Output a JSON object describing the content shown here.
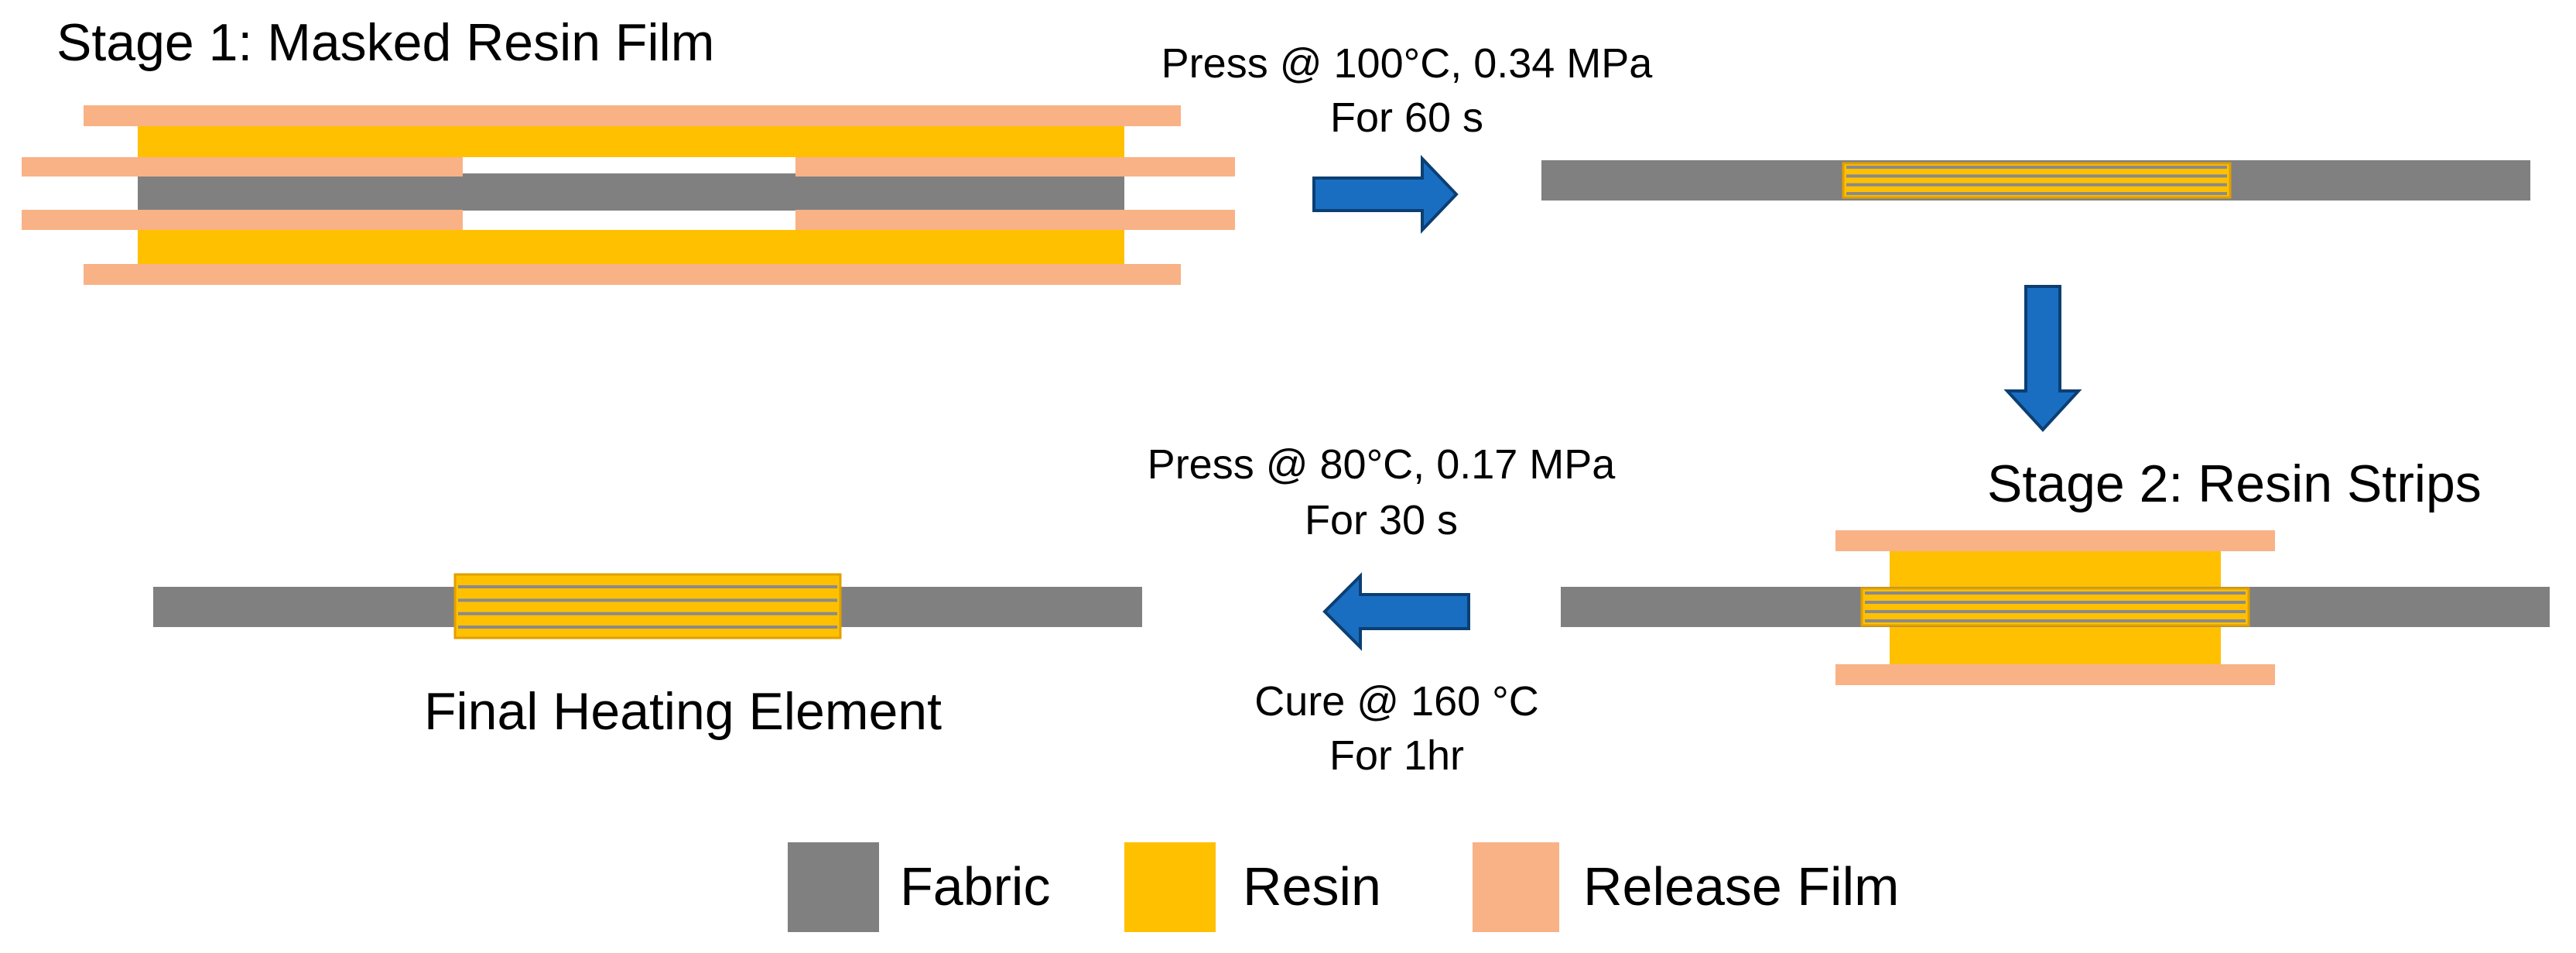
{
  "colors": {
    "fabric": "#808080",
    "resin": "#ffc000",
    "release_film": "#f8b286",
    "arrow": "#1a6ec1",
    "strip_line": "#8a8a8a"
  },
  "stage1": {
    "title": "Stage 1: Masked Resin Film"
  },
  "step1": {
    "line1": "Press @ 100°C, 0.34 MPa",
    "line2": "For 60 s"
  },
  "stage2": {
    "title": "Stage 2: Resin Strips"
  },
  "step2": {
    "line1": "Press @ 80°C, 0.17 MPa",
    "line2": "For 30 s"
  },
  "cure": {
    "line1": "Cure @ 160 °C",
    "line2": "For 1hr"
  },
  "final": {
    "title": "Final Heating Element"
  },
  "legend": {
    "items": [
      {
        "label": "Fabric",
        "color_key": "fabric"
      },
      {
        "label": "Resin",
        "color_key": "resin"
      },
      {
        "label": "Release Film",
        "color_key": "release_film"
      }
    ]
  }
}
